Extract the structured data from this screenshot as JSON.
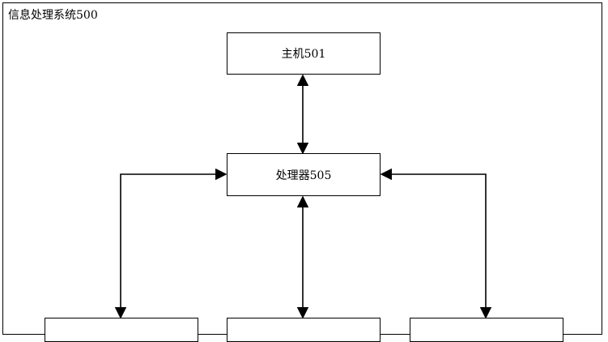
{
  "diagram": {
    "system_label": "信息处理系统500",
    "nodes": {
      "host": {
        "label": "主机501"
      },
      "processor": {
        "label": "处理器505"
      },
      "bottom_left": {
        "label": ""
      },
      "bottom_center": {
        "label": ""
      },
      "bottom_right": {
        "label": ""
      }
    },
    "edges": [
      {
        "from": "host",
        "to": "processor",
        "direction": "bidirectional"
      },
      {
        "from": "processor",
        "to": "bottom_left",
        "direction": "bidirectional"
      },
      {
        "from": "processor",
        "to": "bottom_center",
        "direction": "bidirectional"
      },
      {
        "from": "processor",
        "to": "bottom_right",
        "direction": "bidirectional"
      }
    ]
  }
}
